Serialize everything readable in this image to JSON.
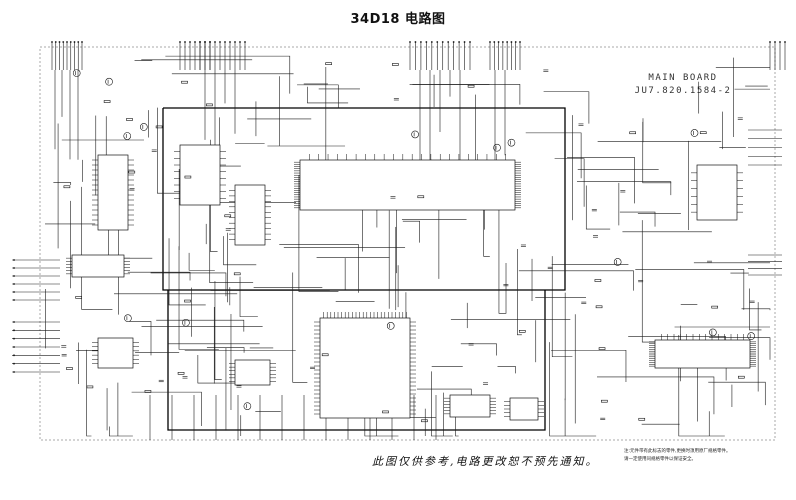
{
  "title": "34D18 电路图",
  "board": {
    "line1": "MAIN    BOARD",
    "line2": "JU7.820.1584-2"
  },
  "footer": "此图仅供参考,电路更改恕不预先通知。",
  "note": {
    "line1": "注:元件带有此标志的零件,更换时须用原厂规格零件。",
    "line2": "请一定使用同规格零件以保证安全。"
  },
  "colors": {
    "wire": "#1a1a1a",
    "background": "#ffffff"
  }
}
